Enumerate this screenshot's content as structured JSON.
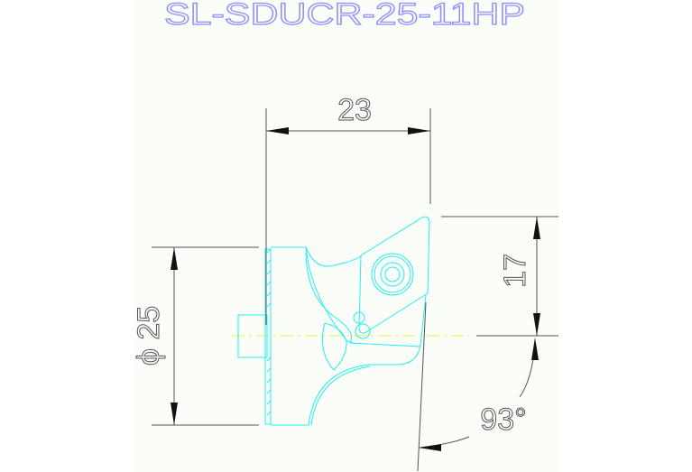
{
  "title": "SL-SDUCR-25-11HP",
  "dimensions": {
    "length": "23",
    "height": "17",
    "diameter": "ϕ 25",
    "angle": "93°"
  },
  "colors": {
    "title": "#8a8cff",
    "tool_outline": "#22eeee",
    "dimension": "#555555",
    "centerline": "#eeee44",
    "paper": "#fbfdf9"
  }
}
